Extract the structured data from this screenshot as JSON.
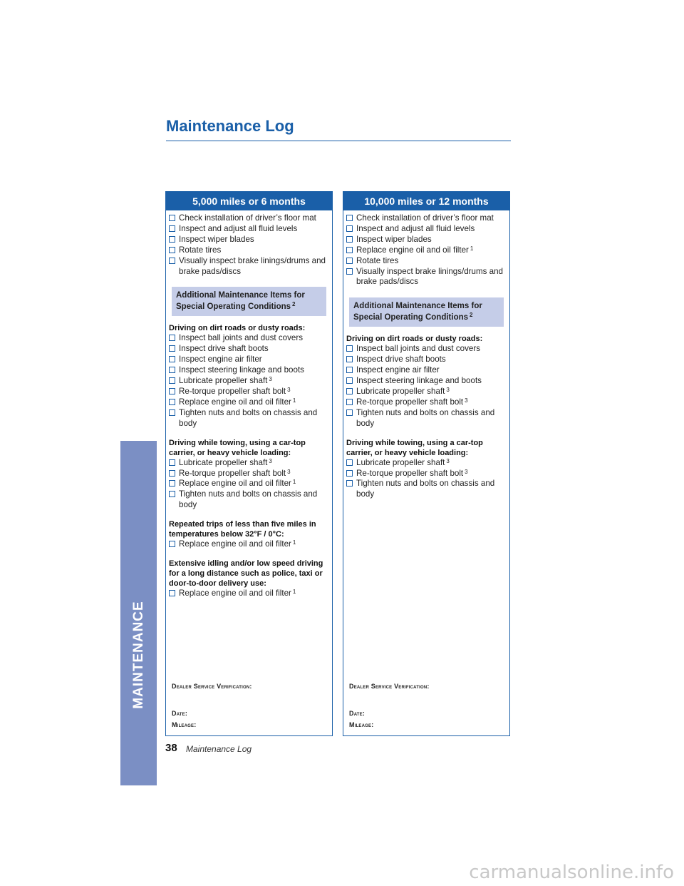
{
  "page_title": "Maintenance Log",
  "side_tab": "MAINTENANCE",
  "columns": [
    {
      "header": "5,000 miles or 6 months",
      "items": [
        {
          "text": "Check installation of driver’s floor mat",
          "sup": ""
        },
        {
          "text": "Inspect and adjust all fluid levels",
          "sup": ""
        },
        {
          "text": "Inspect wiper blades",
          "sup": ""
        },
        {
          "text": "Rotate tires",
          "sup": ""
        },
        {
          "text": "Visually inspect brake linings/drums and brake pads/discs",
          "sup": ""
        }
      ],
      "additional": {
        "line1": "Additional Maintenance Items for",
        "line2": "Special Operating Conditions",
        "sup": "2"
      },
      "sections": [
        {
          "title": "Driving on dirt roads or dusty roads:",
          "items": [
            {
              "text": "Inspect ball joints and dust covers",
              "sup": ""
            },
            {
              "text": "Inspect drive shaft boots",
              "sup": ""
            },
            {
              "text": "Inspect engine air filter",
              "sup": ""
            },
            {
              "text": "Inspect steering linkage and boots",
              "sup": ""
            },
            {
              "text": "Lubricate propeller shaft",
              "sup": "3"
            },
            {
              "text": "Re-torque propeller shaft bolt",
              "sup": "3"
            },
            {
              "text": "Replace engine oil and oil filter",
              "sup": "1"
            },
            {
              "text": "Tighten nuts and bolts on chassis and body",
              "sup": ""
            }
          ]
        },
        {
          "title": "Driving while towing, using a car-top carrier, or heavy vehicle loading:",
          "items": [
            {
              "text": "Lubricate propeller shaft",
              "sup": "3"
            },
            {
              "text": "Re-torque propeller shaft bolt",
              "sup": "3"
            },
            {
              "text": "Replace engine oil and oil filter",
              "sup": "1"
            },
            {
              "text": "Tighten nuts and bolts on chassis and body",
              "sup": ""
            }
          ]
        },
        {
          "title": "Repeated trips of less than five miles in temperatures below 32°F / 0°C:",
          "items": [
            {
              "text": "Replace engine oil and oil filter",
              "sup": "1"
            }
          ]
        },
        {
          "title": "Extensive idling and/or low speed driving for a long distance such as police, taxi or door-to-door delivery use:",
          "items": [
            {
              "text": "Replace engine oil and oil filter",
              "sup": "1"
            }
          ]
        }
      ],
      "dealer_label": "Dealer Service Verification:",
      "date_label": "Date:",
      "mileage_label": "Mileage:"
    },
    {
      "header": "10,000 miles or 12 months",
      "items": [
        {
          "text": "Check installation of driver’s floor mat",
          "sup": ""
        },
        {
          "text": "Inspect and adjust all fluid levels",
          "sup": ""
        },
        {
          "text": "Inspect wiper blades",
          "sup": ""
        },
        {
          "text": "Replace engine oil and oil filter",
          "sup": "1"
        },
        {
          "text": "Rotate tires",
          "sup": ""
        },
        {
          "text": "Visually inspect brake linings/drums and brake pads/discs",
          "sup": ""
        }
      ],
      "additional": {
        "line1": "Additional Maintenance Items for",
        "line2": "Special Operating Conditions",
        "sup": "2"
      },
      "sections": [
        {
          "title": "Driving on dirt roads or dusty roads:",
          "items": [
            {
              "text": "Inspect ball joints and dust covers",
              "sup": ""
            },
            {
              "text": "Inspect drive shaft boots",
              "sup": ""
            },
            {
              "text": "Inspect engine air filter",
              "sup": ""
            },
            {
              "text": "Inspect steering linkage and boots",
              "sup": ""
            },
            {
              "text": "Lubricate propeller shaft",
              "sup": "3"
            },
            {
              "text": "Re-torque propeller shaft bolt",
              "sup": "3"
            },
            {
              "text": "Tighten nuts and bolts on chassis and body",
              "sup": ""
            }
          ]
        },
        {
          "title": "Driving while towing, using a car-top carrier, or heavy vehicle loading:",
          "items": [
            {
              "text": "Lubricate propeller shaft",
              "sup": "3"
            },
            {
              "text": "Re-torque propeller shaft bolt",
              "sup": "3"
            },
            {
              "text": "Tighten nuts and bolts on chassis and body",
              "sup": ""
            }
          ]
        }
      ],
      "dealer_label": "Dealer Service Verification:",
      "date_label": "Date:",
      "mileage_label": "Mileage:"
    }
  ],
  "footer": {
    "page_number": "38",
    "section": "Maintenance Log"
  },
  "watermark": "carmanualsonline.info",
  "colors": {
    "accent": "#1a5fa8",
    "tab": "#7b8fc4",
    "shade": "#c5cde8"
  }
}
